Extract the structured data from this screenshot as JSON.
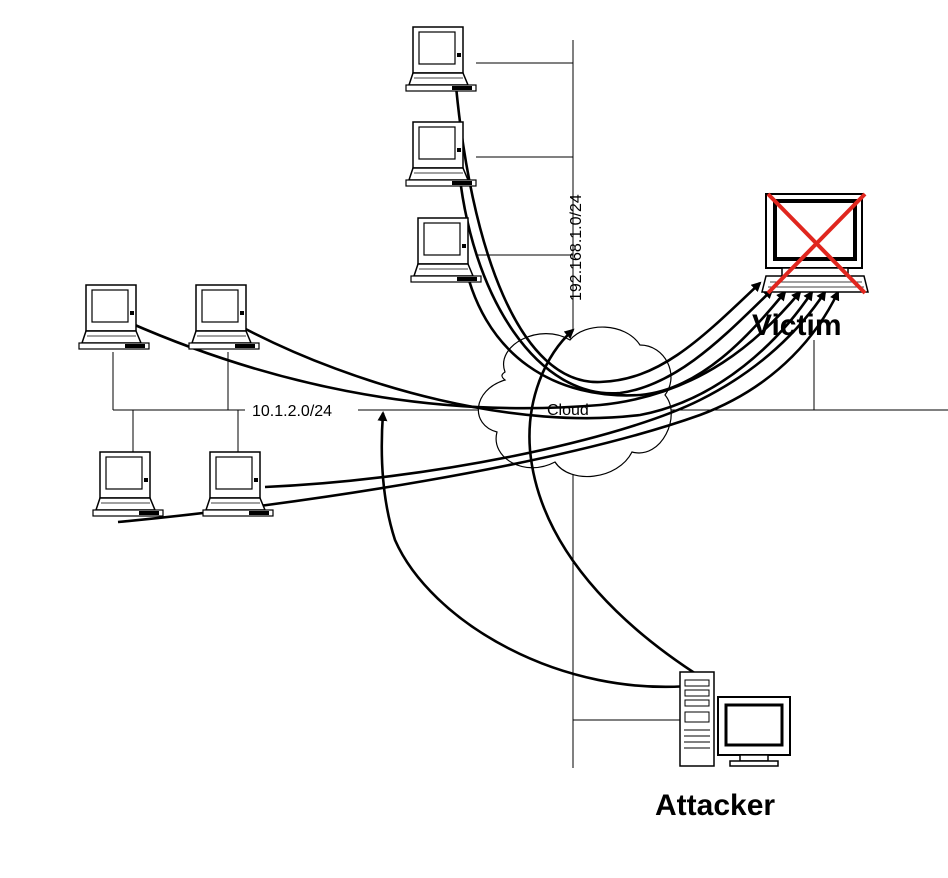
{
  "labels": {
    "subnet_a": "192.168.1.0/24",
    "subnet_b": "10.1.2.0/24",
    "cloud": "Cloud",
    "victim": "Victim",
    "attacker": "Attacker"
  },
  "colors": {
    "lines": "#000000",
    "victim_cross": "#e0261e",
    "background": "#ffffff"
  },
  "icons": {
    "hosts": "laptop-icon",
    "victim": "desktop-computer-icon",
    "attacker": "tower-server-with-monitor-icon"
  }
}
